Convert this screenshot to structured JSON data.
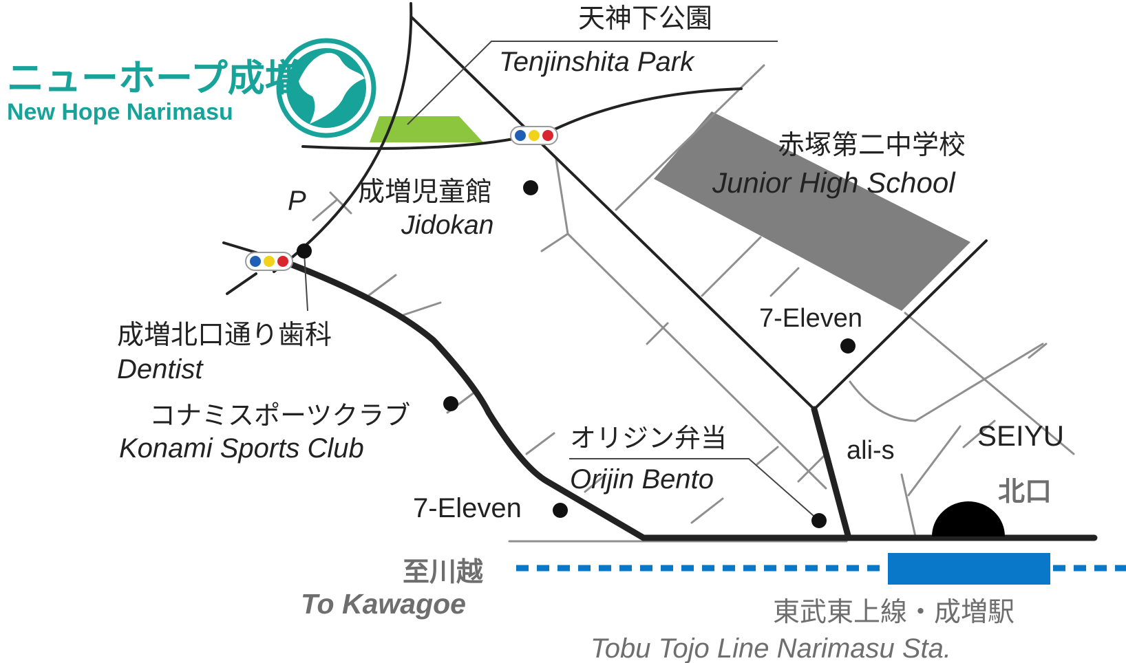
{
  "brand": {
    "name_jp": "ニューホープ成増",
    "name_en": "New Hope Narimasu"
  },
  "colors": {
    "brand": "#17a39a",
    "park": "#8cc63f",
    "school": "#7f7f7f",
    "rail": "#0a78c8",
    "road_main": "#222222",
    "road_minor": "#8f8f8f",
    "signal_blue": "#1f5fb5",
    "signal_yellow": "#f2d21b",
    "signal_red": "#d7262e"
  },
  "icons": {
    "brand_logo": "dove-in-circle-icon",
    "traffic_signal": "traffic-light-icon",
    "station_exit": "station-exit-icon"
  },
  "labels": {
    "park_jp": "天神下公園",
    "park_en": "Tenjinshita Park",
    "school_jp": "赤塚第二中学校",
    "school_en": "Junior High School",
    "jidokan_jp": "成増児童館",
    "jidokan_en": "Jidokan",
    "parking": "P",
    "dentist_jp": "成増北口通り歯科",
    "dentist_en": "Dentist",
    "konami_jp": "コナミスポーツクラブ",
    "konami_en": "Konami Sports Club",
    "seven_eleven_1": "7-Eleven",
    "seven_eleven_2": "7-Eleven",
    "origin_jp": "オリジン弁当",
    "origin_en": "Orijin Bento",
    "alis": "ali-s",
    "seiyu": "SEIYU",
    "north_exit": "北口",
    "kawagoe_jp": "至川越",
    "kawagoe_en": "To Kawagoe",
    "station_jp": "東武東上線・成増駅",
    "station_en": "Tobu Tojo Line Narimasu Sta."
  }
}
